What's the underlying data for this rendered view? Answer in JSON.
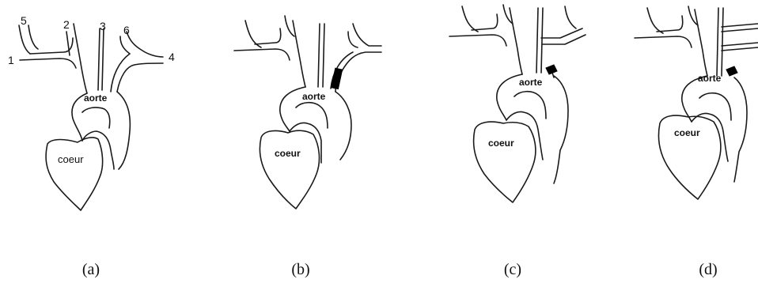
{
  "panels": [
    {
      "caption": "(a)",
      "organ_labels": {
        "aorta": "aorte",
        "heart": "coeur"
      },
      "vessel_numbers": [
        "1",
        "2",
        "3",
        "4",
        "5",
        "6"
      ]
    },
    {
      "caption": "(b)",
      "organ_labels": {
        "aorta": "aorte",
        "heart": "coeur"
      }
    },
    {
      "caption": "(c)",
      "organ_labels": {
        "aorta": "aorte",
        "heart": "coeur"
      }
    },
    {
      "caption": "(d)",
      "organ_labels": {
        "aorta": "aorte",
        "heart": "coeur"
      }
    }
  ]
}
